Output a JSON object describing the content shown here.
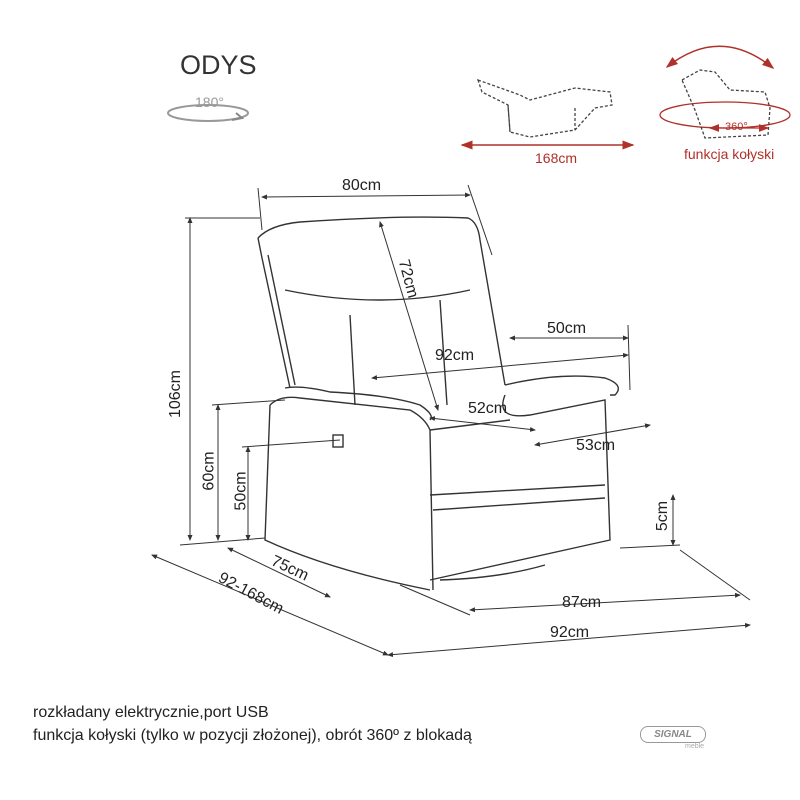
{
  "title": "ODYS",
  "rotation_badge": "180°",
  "recline_diagram": {
    "length_label": "168cm"
  },
  "rocking_diagram": {
    "angle_label": "360°",
    "caption": "funkcja kołyski"
  },
  "dimensions": {
    "width_back": "80cm",
    "back_height": "72cm",
    "armrest_depth": "50cm",
    "diagonal_width": "92cm",
    "seat_depth": "52cm",
    "seat_width": "53cm",
    "total_height": "106cm",
    "armrest_height": "60cm",
    "seat_height": "50cm",
    "base_height": "5cm",
    "depth": "75cm",
    "depth_reclined": "92-168cm",
    "base_width": "87cm",
    "total_width": "92cm"
  },
  "description": [
    "rozkładany elektrycznie,port USB",
    "funkcja kołyski (tylko w pozycji złożonej), obrót 360º z blokadą"
  ],
  "brand": {
    "name": "SIGNAL",
    "sub": "meble"
  },
  "colors": {
    "accent": "#b0302a",
    "line": "#333333"
  }
}
